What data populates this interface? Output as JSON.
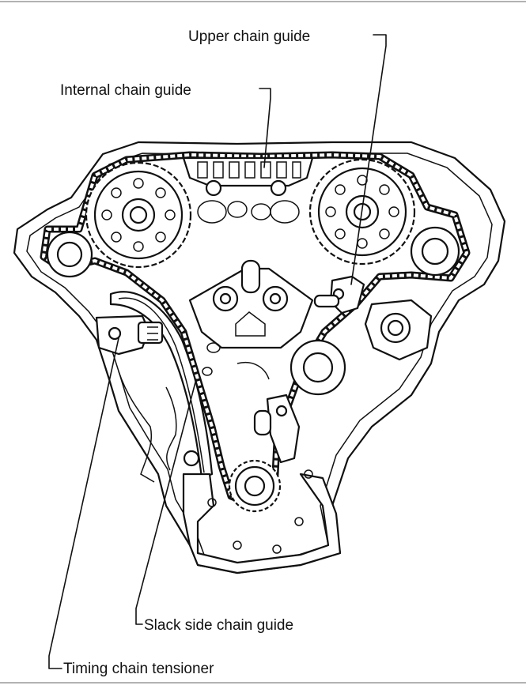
{
  "diagram": {
    "labels": {
      "upper_chain_guide": "Upper chain guide",
      "internal_chain_guide": "Internal chain guide",
      "slack_side_chain_guide": "Slack side chain guide",
      "timing_chain_tensioner": "Timing chain tensioner"
    },
    "colors": {
      "ink": "#111111",
      "paper": "#ffffff"
    }
  }
}
